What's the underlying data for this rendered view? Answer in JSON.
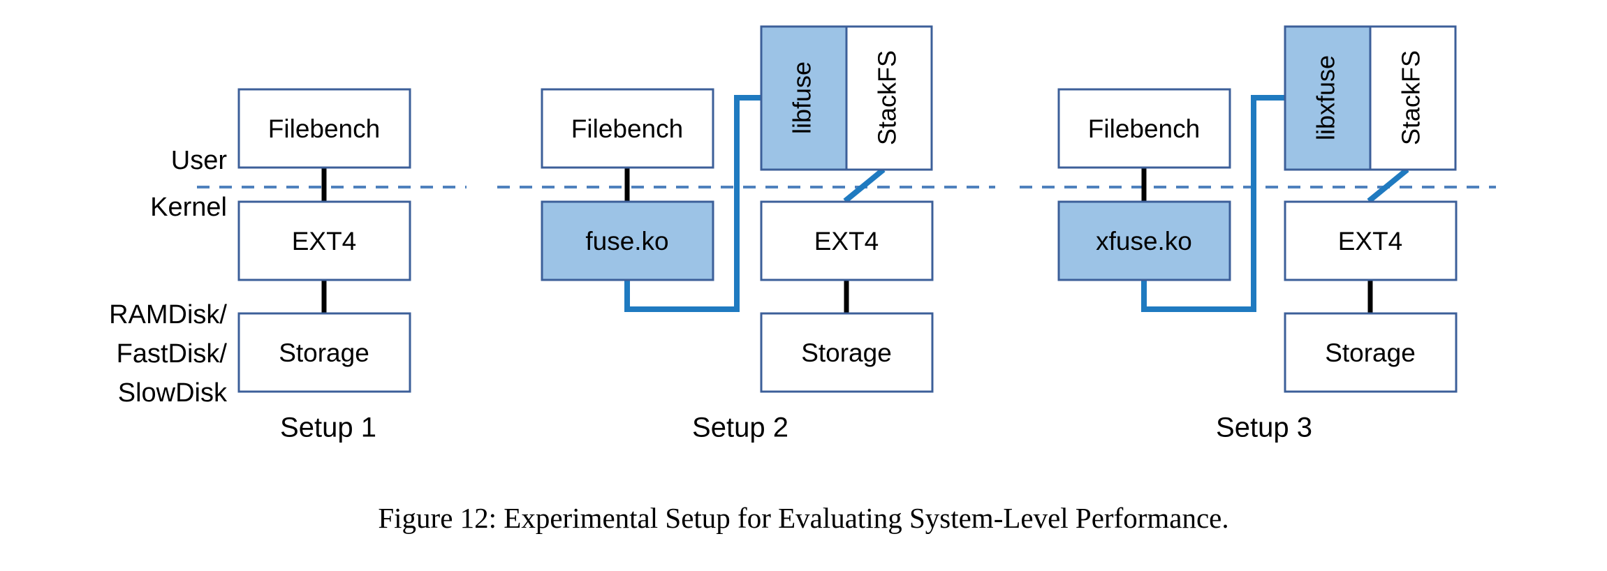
{
  "figure": {
    "caption": "Figure 12: Experimental Setup for Evaluating System-Level Performance.",
    "colors": {
      "box_fill_highlight": "#9cc3e6",
      "box_stroke": "#3c5f99",
      "divider": "#4f81bd",
      "blue_connector": "#1f7ac0",
      "black_connector": "#000000",
      "background": "#ffffff"
    }
  },
  "axis_labels": {
    "user": "User",
    "kernel": "Kernel",
    "storage_media": "RAMDisk/\nFastDisk/\nSlowDisk",
    "storage_media_lines": [
      "RAMDisk/",
      "FastDisk/",
      "SlowDisk"
    ]
  },
  "setups": [
    {
      "id": "setup-1",
      "label": "Setup 1",
      "boxes": [
        {
          "name": "filebench",
          "label": "Filebench",
          "filled": false,
          "orientation": "horizontal"
        },
        {
          "name": "ext4",
          "label": "EXT4",
          "filled": false,
          "orientation": "horizontal"
        },
        {
          "name": "storage",
          "label": "Storage",
          "filled": false,
          "orientation": "horizontal"
        }
      ]
    },
    {
      "id": "setup-2",
      "label": "Setup 2",
      "boxes": [
        {
          "name": "filebench",
          "label": "Filebench",
          "filled": false,
          "orientation": "horizontal"
        },
        {
          "name": "libfuse",
          "label": "libfuse",
          "filled": true,
          "orientation": "vertical"
        },
        {
          "name": "stackfs",
          "label": "StackFS",
          "filled": false,
          "orientation": "vertical"
        },
        {
          "name": "fuse-ko",
          "label": "fuse.ko",
          "filled": true,
          "orientation": "horizontal"
        },
        {
          "name": "ext4",
          "label": "EXT4",
          "filled": false,
          "orientation": "horizontal"
        },
        {
          "name": "storage",
          "label": "Storage",
          "filled": false,
          "orientation": "horizontal"
        }
      ]
    },
    {
      "id": "setup-3",
      "label": "Setup 3",
      "boxes": [
        {
          "name": "filebench",
          "label": "Filebench",
          "filled": false,
          "orientation": "horizontal"
        },
        {
          "name": "libxfuse",
          "label": "libxfuse",
          "filled": true,
          "orientation": "vertical"
        },
        {
          "name": "stackfs",
          "label": "StackFS",
          "filled": false,
          "orientation": "vertical"
        },
        {
          "name": "xfuse-ko",
          "label": "xfuse.ko",
          "filled": true,
          "orientation": "horizontal"
        },
        {
          "name": "ext4",
          "label": "EXT4",
          "filled": false,
          "orientation": "horizontal"
        },
        {
          "name": "storage",
          "label": "Storage",
          "filled": false,
          "orientation": "horizontal"
        }
      ]
    }
  ]
}
